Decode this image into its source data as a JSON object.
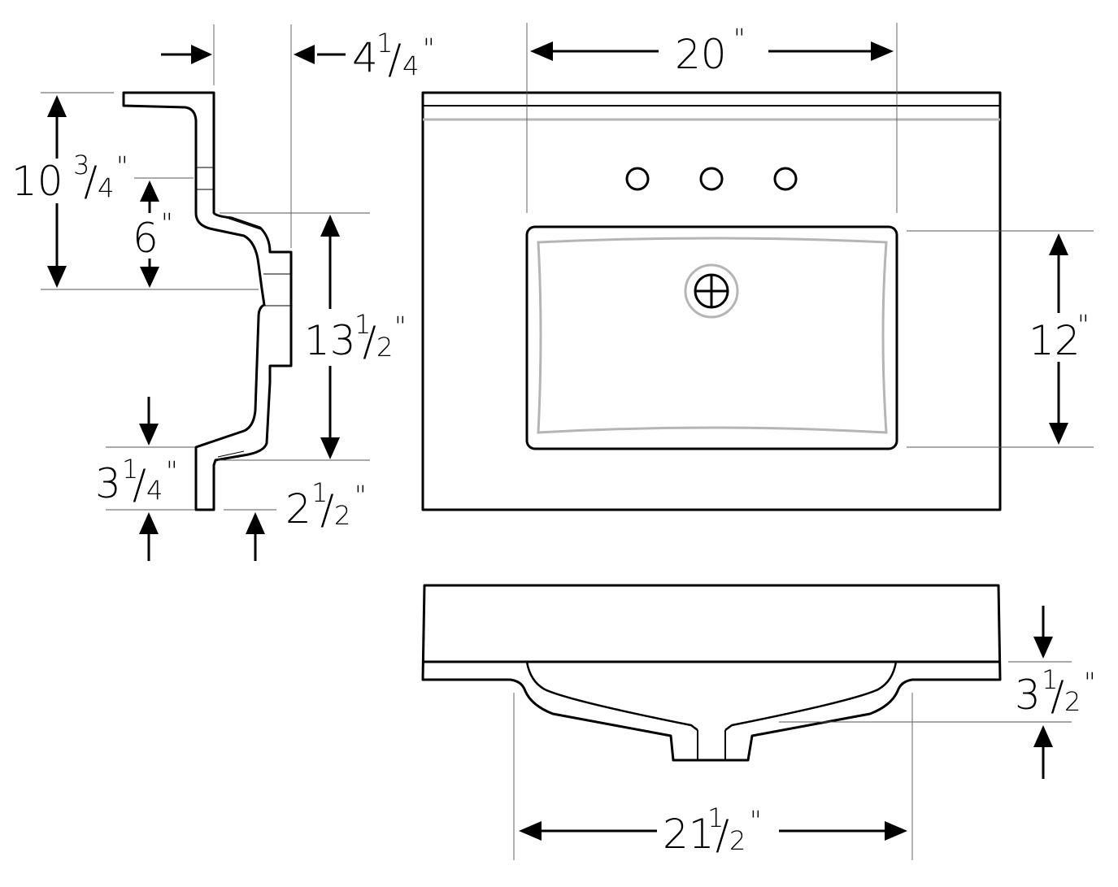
{
  "dimensions": {
    "side_depth_top": {
      "whole": "10",
      "num": "3",
      "den": "4",
      "unit": "\""
    },
    "side_back_offset": {
      "whole": "4",
      "num": "1",
      "den": "4",
      "unit": "\""
    },
    "side_upper": {
      "whole": "6",
      "unit": "\""
    },
    "side_bowl_depth": {
      "whole": "13",
      "num": "1",
      "den": "2",
      "unit": "\""
    },
    "side_lower_lip": {
      "whole": "3",
      "num": "1",
      "den": "4",
      "unit": "\""
    },
    "side_bowl_front": {
      "whole": "2",
      "num": "1",
      "den": "2",
      "unit": "\""
    },
    "plan_bowl_width": {
      "whole": "20",
      "unit": "\""
    },
    "plan_bowl_length": {
      "whole": "12",
      "unit": "\""
    },
    "front_overflow_height": {
      "whole": "3",
      "num": "1",
      "den": "2",
      "unit": "\""
    },
    "front_bowl_width": {
      "whole": "21",
      "num": "1",
      "den": "2",
      "unit": "\""
    }
  }
}
